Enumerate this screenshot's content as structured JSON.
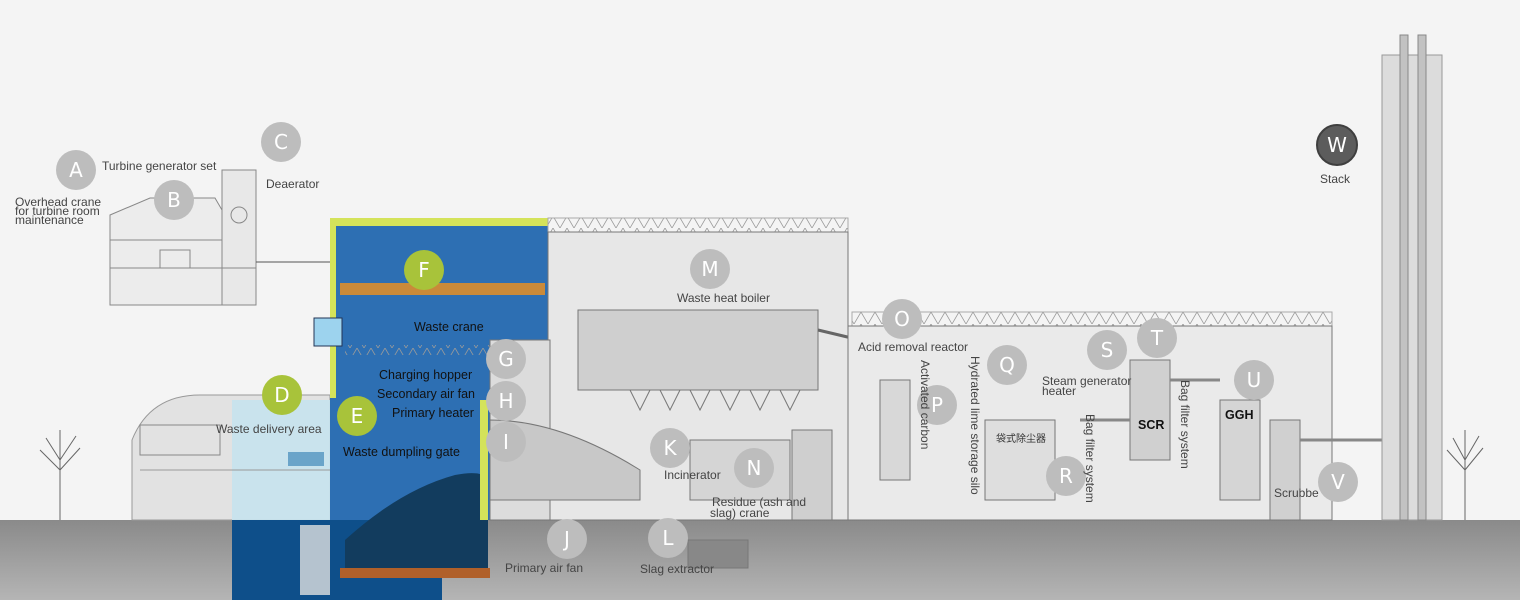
{
  "markers": {
    "A": "A",
    "B": "B",
    "C": "C",
    "D": "D",
    "E": "E",
    "F": "F",
    "G": "G",
    "H": "H",
    "I": "I",
    "J": "J",
    "K": "K",
    "L": "L",
    "M": "M",
    "N": "N",
    "O": "O",
    "P": "P",
    "Q": "Q",
    "R": "R",
    "S": "S",
    "T": "T",
    "U": "U",
    "V": "V",
    "W": "W"
  },
  "labels": {
    "turbine_generator": "Turbine generator set",
    "overhead_crane_1": "Overhead crane",
    "overhead_crane_2": "for turbine room",
    "overhead_crane_3": "maintenance",
    "deaerator": "Deaerator",
    "waste_crane": "Waste crane",
    "waste_heat_boiler": "Waste heat boiler",
    "charging_hopper": "Charging hopper",
    "secondary_air_fan": "Secondary air fan",
    "primary_heater": "Primary heater",
    "waste_delivery_area": "Waste delivery area",
    "waste_dumpling_gate": "Waste dumpling gate",
    "incinerator": "Incinerator",
    "residue_crane_1": "Residue (ash and",
    "residue_crane_2": "slag) crane",
    "primary_air_fan": "Primary air fan",
    "slag_extractor": "Slag extractor",
    "acid_removal_reactor": "Acid removal reactor",
    "activated_carbon": "Activated carbon",
    "hydrated_lime_silo": "Hydrated lime storage silo",
    "steam_generator_heater_1": "Steam generator",
    "steam_generator_heater_2": "heater",
    "bag_filter_system_r": "Bag filter system",
    "bag_filter_system_t": "Bag filter system",
    "scrubber": "Scrubbe",
    "stack": "Stack",
    "scr": "SCR",
    "ggh": "GGH",
    "bag_dust_collector_cn": "袋式除尘器"
  },
  "colors": {
    "bunker_blue": "#2d6fb3",
    "pit_dark": "#0e4f8a",
    "delivery_light": "#c7e3ee",
    "highlight_yellow": "#d4e35a",
    "marker_gray": "#bdbdbd",
    "marker_green": "#a8c33a",
    "marker_dark": "#5c5c5c",
    "ground_gray": "#9a9a9a"
  }
}
